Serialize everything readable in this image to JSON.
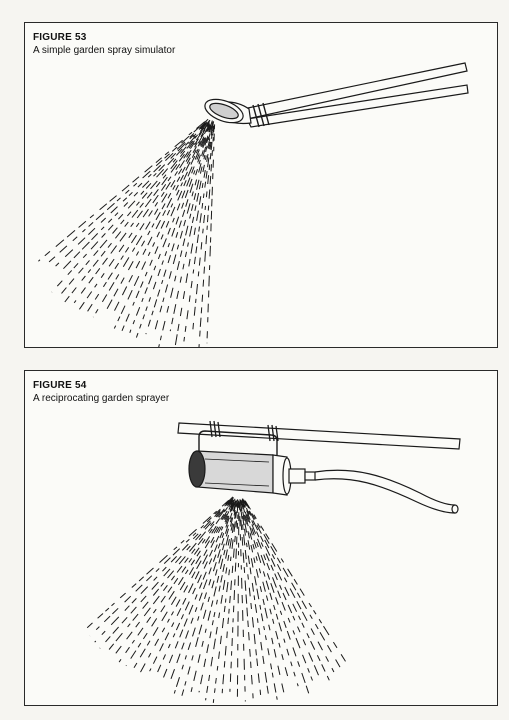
{
  "figures": [
    {
      "number": "FIGURE 53",
      "caption": "A simple garden spray simulator"
    },
    {
      "number": "FIGURE 54",
      "caption": "A reciprocating garden sprayer"
    }
  ],
  "colors": {
    "ink": "#1a1a1a",
    "paper": "#fbfbf8"
  }
}
